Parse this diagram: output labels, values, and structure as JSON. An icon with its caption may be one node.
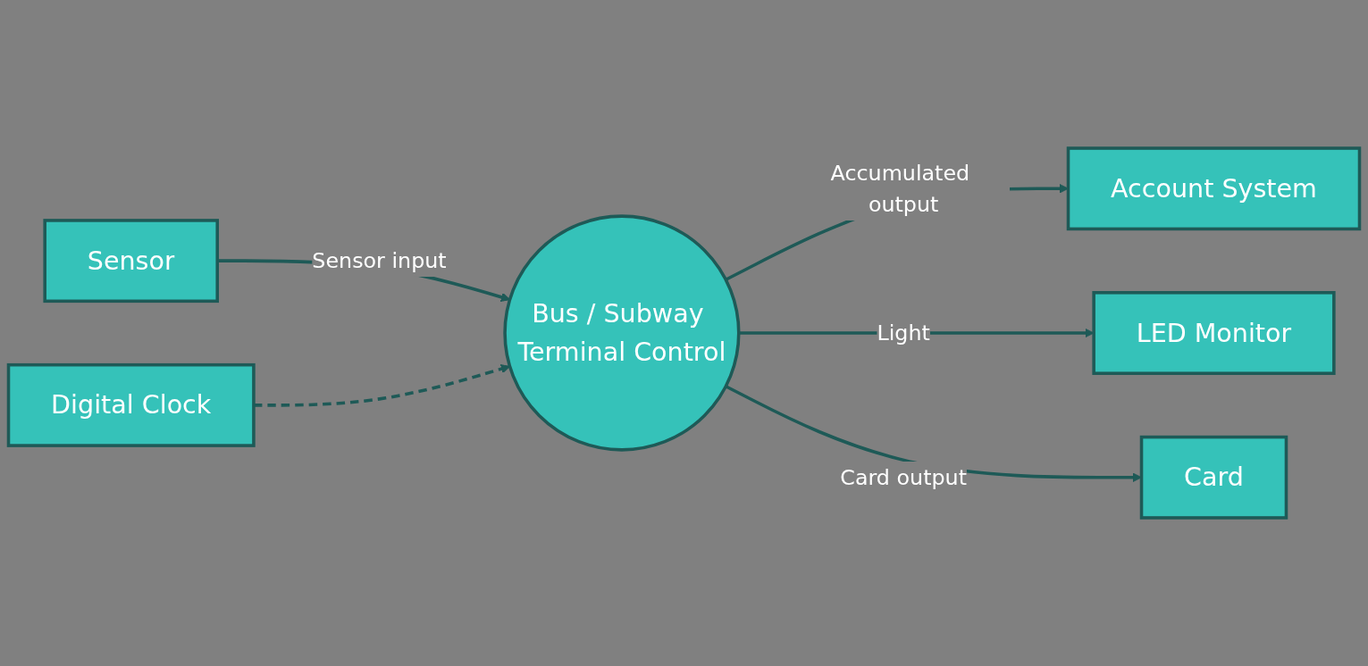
{
  "diagram": {
    "nodes": [
      {
        "text": [
          "Sensor"
        ]
      },
      {
        "text": [
          "Bus / Subway Terminal Control"
        ]
      },
      {
        "text": [
          "Account System"
        ]
      },
      {
        "text": [
          "LED Monitor"
        ]
      },
      {
        "text": [
          "Card"
        ]
      },
      {
        "text": [
          "Digital Clock"
        ]
      }
    ],
    "edges": [
      {
        "from": 0,
        "to": 1,
        "arrow": "to",
        "label": "Sensor input"
      },
      {
        "from": 1,
        "to": 2,
        "arrow": "to",
        "label": "Accumulated output"
      },
      {
        "from": 1,
        "to": 3,
        "arrow": "to",
        "label": "Light"
      },
      {
        "from": 1,
        "to": 4,
        "arrow": "to",
        "label": "Card output"
      },
      {
        "from": 5,
        "to": 1,
        "arrow": "to",
        "style": "dashed"
      }
    ]
  }
}
